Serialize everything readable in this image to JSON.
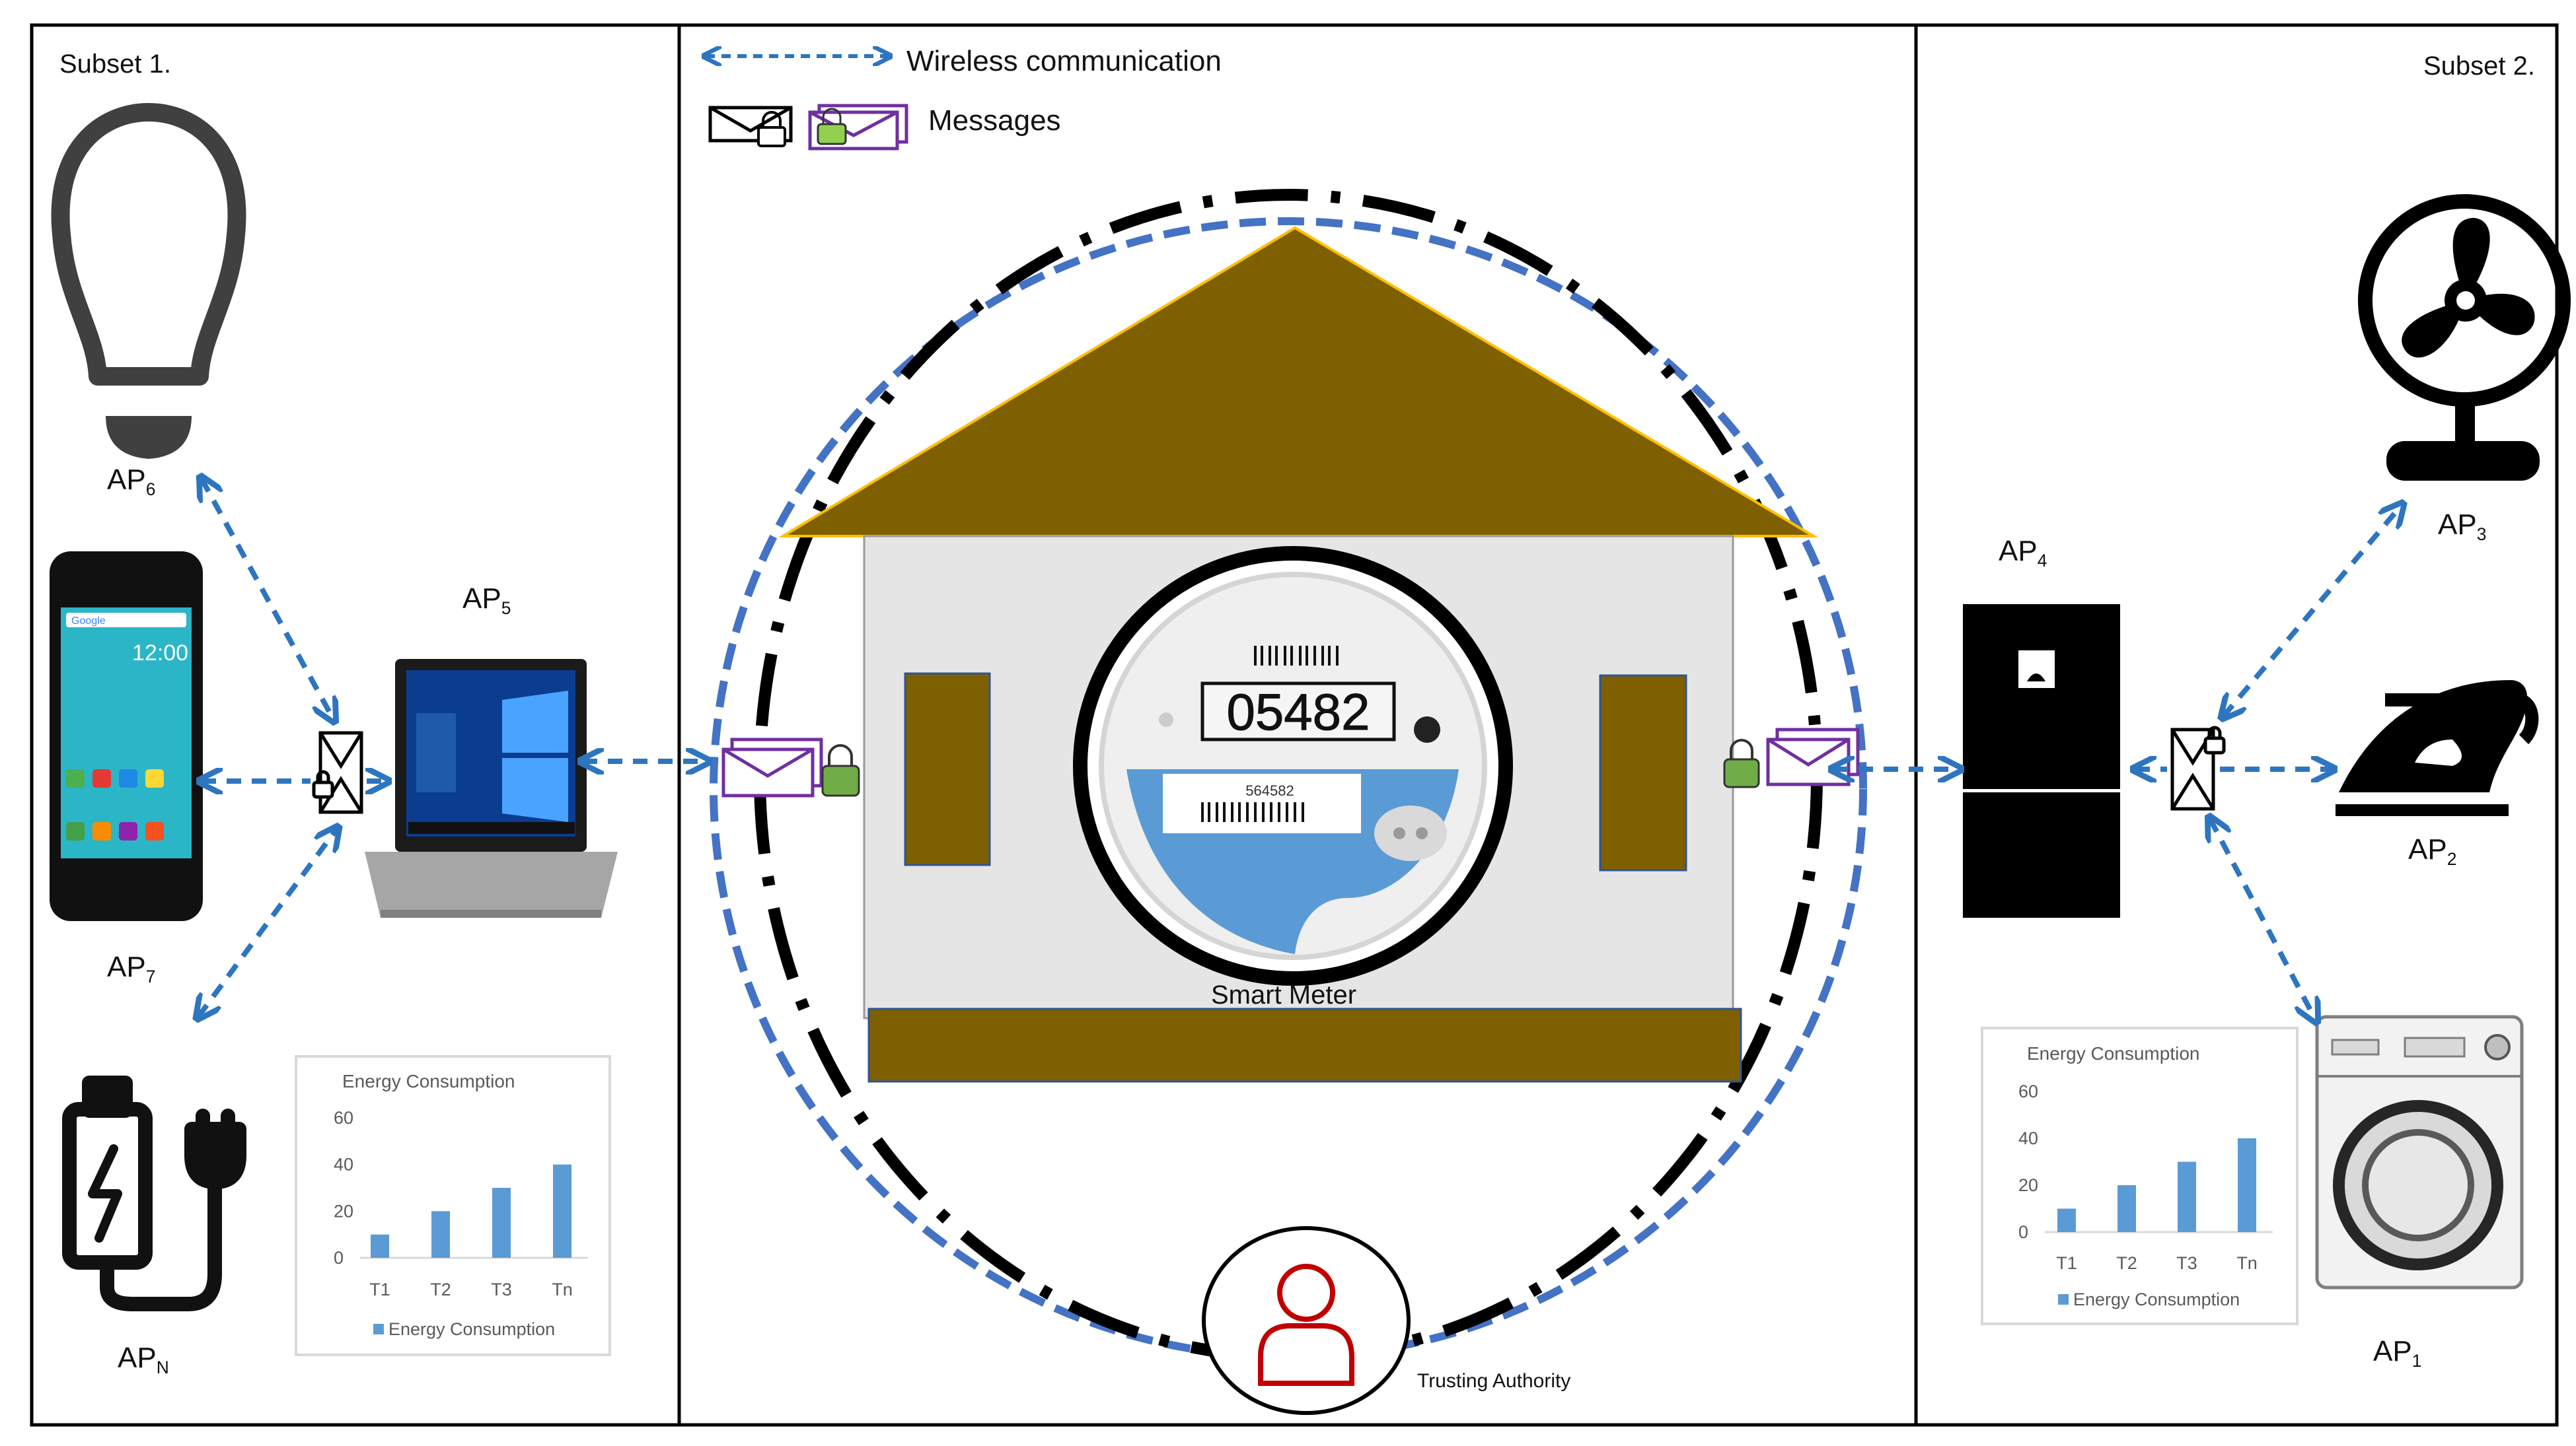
{
  "subset1_label": "Subset 1.",
  "subset2_label": "Subset 2.",
  "legend": {
    "wireless": "Wireless communication",
    "messages": "Messages"
  },
  "smart_meter": {
    "label": "Smart Meter",
    "reading": "05482",
    "serial": "564582"
  },
  "trusting_authority": "Trusting Authority",
  "appliances": {
    "ap1": {
      "base": "AP",
      "sub": "1"
    },
    "ap2": {
      "base": "AP",
      "sub": "2"
    },
    "ap3": {
      "base": "AP",
      "sub": "3"
    },
    "ap4": {
      "base": "AP",
      "sub": "4"
    },
    "ap5": {
      "base": "AP",
      "sub": "5"
    },
    "ap6": {
      "base": "AP",
      "sub": "6"
    },
    "ap7": {
      "base": "AP",
      "sub": "7"
    },
    "apn": {
      "base": "AP",
      "sub": "N"
    }
  },
  "phone": {
    "time": "12:00",
    "search": "Google"
  },
  "colors": {
    "link": "#2e75c0",
    "ring": "#4472c4",
    "roof": "#7f6000",
    "wall": "#e5e5e5",
    "bar": "#5b9bd5",
    "envelope": "#7030a0",
    "lock": "#70ad47",
    "authority": "#c00000"
  },
  "chart_data": [
    {
      "type": "bar",
      "title": "Energy Consumption",
      "categories": [
        "T1",
        "T2",
        "T3",
        "Tn"
      ],
      "values": [
        10,
        20,
        30,
        40
      ],
      "series": [
        {
          "name": "Energy Consumption",
          "values": [
            10,
            20,
            30,
            40
          ]
        }
      ],
      "yticks": [
        0,
        20,
        40,
        60
      ],
      "ylim": [
        0,
        60
      ],
      "grid": false,
      "legend": "bottom"
    },
    {
      "type": "bar",
      "title": "Energy Consumption",
      "categories": [
        "T1",
        "T2",
        "T3",
        "Tn"
      ],
      "values": [
        10,
        20,
        30,
        40
      ],
      "series": [
        {
          "name": "Energy Consumption",
          "values": [
            10,
            20,
            30,
            40
          ]
        }
      ],
      "yticks": [
        0,
        20,
        40,
        60
      ],
      "ylim": [
        0,
        60
      ],
      "grid": false,
      "legend": "bottom"
    }
  ]
}
